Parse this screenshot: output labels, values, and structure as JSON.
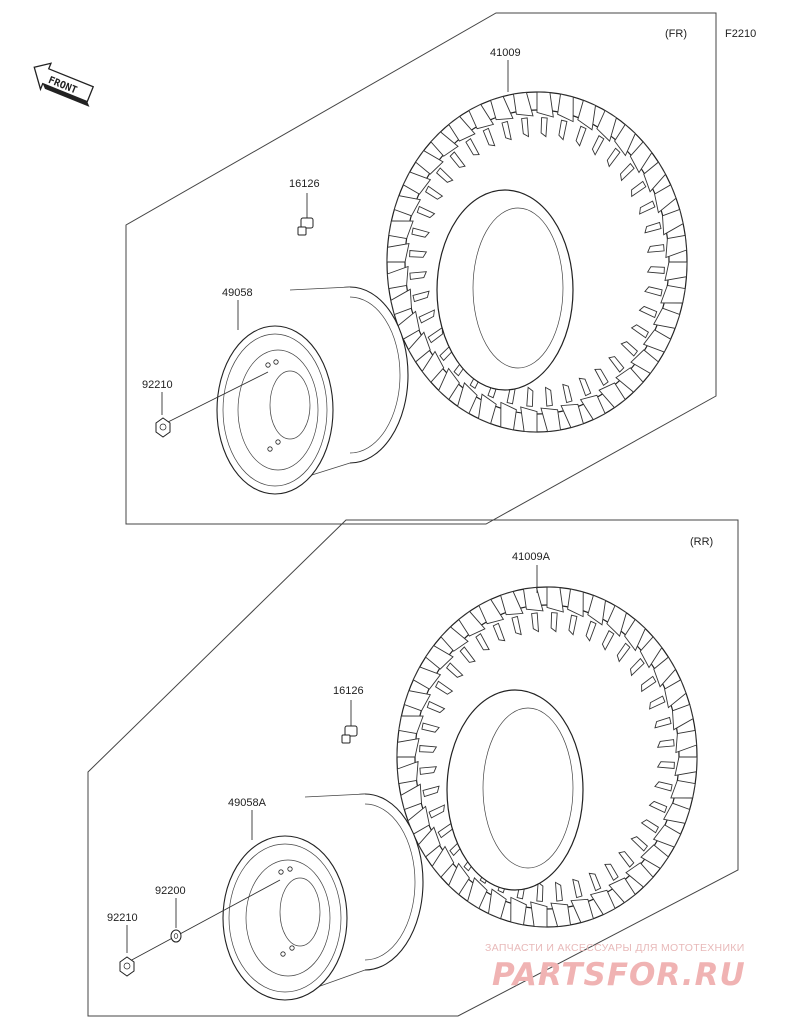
{
  "figure_code": "F2210",
  "front_label": "FRONT",
  "front_section": {
    "tag": "(FR)",
    "tire_part": "41009",
    "valve_part": "16126",
    "wheel_part": "49058",
    "nut_part": "92210"
  },
  "rear_section": {
    "tag": "(RR)",
    "tire_part": "41009A",
    "valve_part": "16126",
    "wheel_part": "49058A",
    "washer_part": "92200",
    "nut_part": "92210"
  },
  "watermark": {
    "tagline": "ЗАПЧАСТИ И АКСЕССУАРЫ ДЛЯ МОТОТЕХНИКИ",
    "brand": "PARTSFOR.RU",
    "color": "#f0b3b3"
  }
}
